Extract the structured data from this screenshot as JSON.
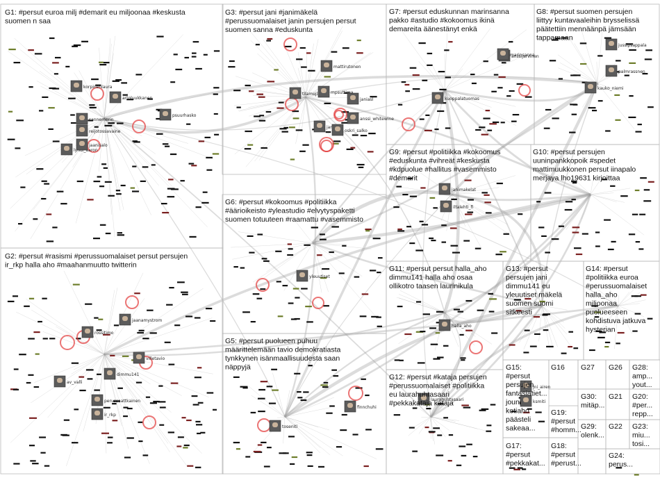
{
  "groups": [
    {
      "id": "G1",
      "label": [
        "G1: #persut euroa milj #demarit eu miljoonaa #keskusta",
        "suomen n saa"
      ]
    },
    {
      "id": "G2",
      "label": [
        "G2: #persut #rasismi #perussuomalaiset persut persujen",
        "ir_rkp halla aho #maahanmuutto twitterin"
      ]
    },
    {
      "id": "G3",
      "label": [
        "G3: #persut jani #janimäkelä",
        "#perussuomalaiset janin persujen persut",
        "suomen sanna #eduskunta"
      ]
    },
    {
      "id": "G4",
      "label": []
    },
    {
      "id": "G5",
      "label": [
        "G5: #persut puolueen puhuu",
        "määrittelemään tavio demokratiasta",
        "tynkkynen isänmaallisuudesta saan",
        "näppyjä"
      ]
    },
    {
      "id": "G6",
      "label": [
        "G6: #persut #kokoomus #politiikka",
        "#äärioikeisto #yleastudio #elvytyspaketti",
        "suomen totuuteen #raamattu #vasemmisto"
      ]
    },
    {
      "id": "G7",
      "label": [
        "G7: #persut eduskunnan marinsanna",
        "pakko #astudio #kokoomus ikinä",
        "demareita äänestänyt enkä"
      ]
    },
    {
      "id": "G8",
      "label": [
        "G8: #persut suomen persujen",
        "liittyy kuntavaaleihin brysselissä",
        "päätettiin mennäänpä jämsään",
        "tappamaan"
      ]
    },
    {
      "id": "G9",
      "label": [
        "G9: #persut #politiikka #kokoomus",
        "#eduskunta #vihreät #keskusta",
        "#kdpuolue #hallitus #vasemmisto",
        "#demarit"
      ]
    },
    {
      "id": "G10",
      "label": [
        "G10: #persut persujen",
        "uuninpankkopoik #spedet",
        "mattimuukkonen persut iinapalo",
        "merjaya lho19631 kirjoittaa"
      ]
    },
    {
      "id": "G11",
      "label": [
        "G11: #persut persut halla_aho",
        "dimmu141 halla aho osaa",
        "ollikotro taasen laurinikula"
      ]
    },
    {
      "id": "G12",
      "label": [
        "G12: #persut #kataja persujen",
        "#perussuomalaiset #politiikka",
        "eu laurahuhtasaari",
        "#pekkakataja kataja"
      ]
    },
    {
      "id": "G13",
      "label": [
        "G13: #persut",
        "persujen jani",
        "dimmu141 eu",
        "yleuutiset mäkelä",
        "suomen suomi",
        "sitkeesti"
      ]
    },
    {
      "id": "G14",
      "label": [
        "G14: #persut",
        "#politiikka euroa",
        "#perussuomalaiset",
        "halla_aho",
        "miljoonaa",
        "puolueeseen",
        "kohdistuva jatkuva",
        "hysterian"
      ]
    },
    {
      "id": "G15",
      "label": [
        "G15:",
        "#persut",
        "persujen",
        "fantasiatiet...",
        "jouni",
        "kotiaho",
        "päästeli",
        "sakeaa..."
      ]
    },
    {
      "id": "G16",
      "label": [
        "G16"
      ]
    },
    {
      "id": "G17",
      "label": [
        "G17:",
        "#persut",
        "#pekkakat..."
      ]
    },
    {
      "id": "G18",
      "label": [
        "G18:",
        "#persut",
        "#perust..."
      ]
    },
    {
      "id": "G19",
      "label": [
        "G19:",
        "#persut",
        "#homm..."
      ]
    },
    {
      "id": "G20",
      "label": [
        "G20:",
        "#per...",
        "repp..."
      ]
    },
    {
      "id": "G21",
      "label": [
        "G21"
      ]
    },
    {
      "id": "G22",
      "label": [
        "G22"
      ]
    },
    {
      "id": "G23",
      "label": [
        "G23:",
        "miu...",
        "tosi..."
      ]
    },
    {
      "id": "G24",
      "label": [
        "G24:",
        "perus..."
      ]
    },
    {
      "id": "G25",
      "label": []
    },
    {
      "id": "G26",
      "label": [
        "G26"
      ]
    },
    {
      "id": "G27",
      "label": [
        "G27"
      ]
    },
    {
      "id": "G28",
      "label": [
        "G28:",
        "amp...",
        "yout..."
      ]
    },
    {
      "id": "G29",
      "label": [
        "G29:",
        "olenk..."
      ]
    },
    {
      "id": "G30",
      "label": [
        "G30:",
        "mitäp..."
      ]
    }
  ],
  "nodes": [
    {
      "g": "G1",
      "label": "korpinenlaura"
    },
    {
      "g": "G1",
      "label": "artoluukkanen"
    },
    {
      "g": "G1",
      "label": "sannemerin"
    },
    {
      "g": "G1",
      "label": "psuurhasko"
    },
    {
      "g": "G1",
      "label": "reijotossavaine"
    },
    {
      "g": "G1",
      "label": "lyhdi_aaron"
    },
    {
      "g": "G1",
      "label": "jaanisalo"
    },
    {
      "g": "G2",
      "label": "jaanamystrom"
    },
    {
      "g": "G2",
      "label": "rossitimo"
    },
    {
      "g": "G2",
      "label": "villetavio"
    },
    {
      "g": "G2",
      "label": "dimmu141"
    },
    {
      "g": "G2",
      "label": "perussaattkainen"
    },
    {
      "g": "G2",
      "label": "ir_rkp"
    },
    {
      "g": "G2",
      "label": "av_valli"
    },
    {
      "g": "G3",
      "label": "mattirutonen"
    },
    {
      "g": "G3",
      "label": "tilamejl"
    },
    {
      "g": "G3",
      "label": "mpsuttima"
    },
    {
      "g": "G3",
      "label": "janiasl"
    },
    {
      "g": "G3",
      "label": "janitima"
    },
    {
      "g": "G3",
      "label": "oskri_salko"
    },
    {
      "g": "G3",
      "label": "anssi_whitewine"
    },
    {
      "g": "G5",
      "label": "toseniti"
    },
    {
      "g": "G5",
      "label": "finnchuhi"
    },
    {
      "g": "G6",
      "label": "yleuutiset"
    },
    {
      "g": "G7",
      "label": "anssijarvinen"
    },
    {
      "g": "G7",
      "label": "marinsanna"
    },
    {
      "g": "G7",
      "label": "kuoppalatuomas"
    },
    {
      "g": "G8",
      "label": "jussipsappala"
    },
    {
      "g": "G8",
      "label": "palmrassnen"
    },
    {
      "g": "G8",
      "label": "kauko_niemi"
    },
    {
      "g": "G9",
      "label": "janimakelat"
    },
    {
      "g": "G9",
      "label": "iltalehti_fi"
    },
    {
      "g": "G11",
      "label": "halla_aho"
    },
    {
      "g": "G12",
      "label": "laurahuhtasaari"
    },
    {
      "g": "G15",
      "label": "jni_airen"
    },
    {
      "g": "G15",
      "label": "ksmiti"
    }
  ],
  "colors": {
    "frame": "#b9b9b9",
    "edge": "#9a9a9a",
    "highlight": "#e23a3a",
    "node": "#111111",
    "accent_node": "#7a1f1f",
    "green_node": "#6d7d2a"
  }
}
